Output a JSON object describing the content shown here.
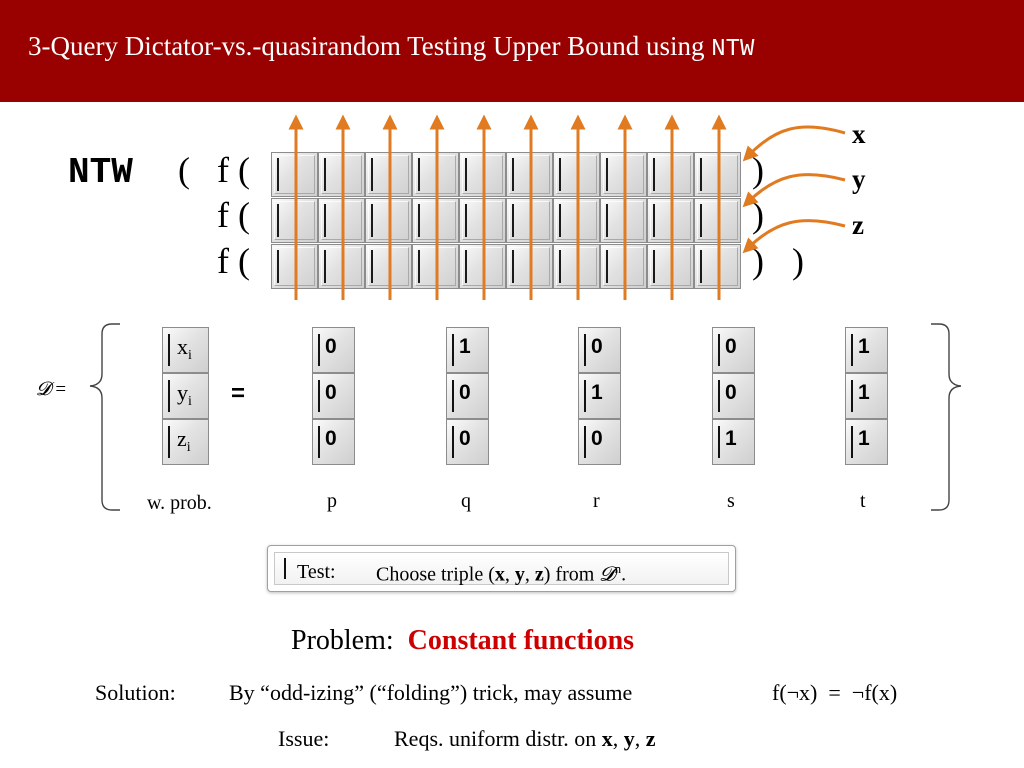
{
  "slide": {
    "title_text": "3-Query Dictator-vs.-quasirandom Testing Upper Bound using ",
    "title_mono": "NTW"
  },
  "ntw": {
    "label": "NTW",
    "open_paren": "(",
    "row_prefix": "f (",
    "row_close": ")",
    "final_close": ")",
    "vectors": [
      "x",
      "y",
      "z"
    ],
    "cells_per_row": 10,
    "colors": {
      "arrow": "#e07b22",
      "title_bg": "#990000",
      "accent_red": "#cc0000"
    }
  },
  "distribution": {
    "label_D": "𝓓",
    "label_eq": "=",
    "equals": "=",
    "vars": [
      {
        "base": "x",
        "sub": "i"
      },
      {
        "base": "y",
        "sub": "i"
      },
      {
        "base": "z",
        "sub": "i"
      }
    ],
    "prob_label": "w. prob.",
    "columns": [
      {
        "bits": [
          "0",
          "0",
          "0"
        ],
        "prob": "p"
      },
      {
        "bits": [
          "1",
          "0",
          "0"
        ],
        "prob": "q"
      },
      {
        "bits": [
          "0",
          "1",
          "0"
        ],
        "prob": "r"
      },
      {
        "bits": [
          "0",
          "0",
          "1"
        ],
        "prob": "s"
      },
      {
        "bits": [
          "1",
          "1",
          "1"
        ],
        "prob": "t"
      }
    ]
  },
  "test": {
    "label": "Test:",
    "text_a": "Choose triple (",
    "x": "x",
    "comma1": ", ",
    "y": "y",
    "comma2": ", ",
    "z": "z",
    "text_b": ") from ",
    "D": "𝓓",
    "sup": "n",
    "period": "."
  },
  "problem": {
    "label": "Problem:",
    "value": "Constant functions"
  },
  "solution": {
    "label": "Solution:",
    "text": "By “odd-izing” (“folding”) trick, may assume",
    "formula": "f(¬x)  =  ¬f(x)"
  },
  "issue": {
    "label": "Issue:",
    "text": "Reqs. uniform distr. on ",
    "x": "x",
    "comma1": ", ",
    "y": "y",
    "comma2": ", ",
    "z": "z"
  }
}
